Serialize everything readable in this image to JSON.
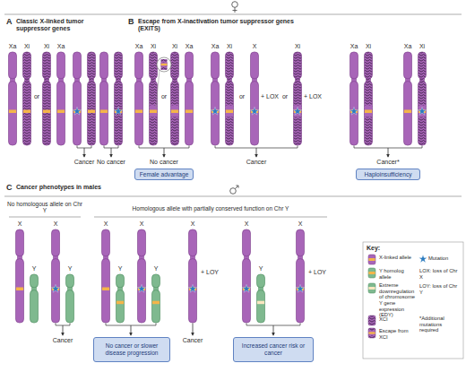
{
  "diagram": {
    "nodes": [
      {
        "text": [
          "Female advantage"
        ]
      },
      {
        "text": [
          "Haploinsufficiency"
        ]
      },
      {
        "text": [
          "No cancer or slower disease progression"
        ]
      },
      {
        "text": [
          "Increased cancer risk or cancer"
        ]
      }
    ],
    "labels": [
      "A",
      "Classic X-linked tumor suppressor genes",
      "B",
      "Escape from X-inactivation tumor suppressor genes (EXITS)",
      "Xa",
      "Xi",
      "or",
      "Xi",
      "Xa",
      "Cancer",
      "No cancer",
      "Xa",
      "Xi",
      "or",
      "Xi",
      "Xa",
      "No cancer",
      "Xa",
      "Xi",
      "or",
      "X",
      "+ LOX",
      "or",
      "Xi",
      "+ LOX",
      "Cancer",
      "Xa",
      "Xi",
      "Xa",
      "Xi",
      "Cancer*",
      "C",
      "Cancer phenotypes in males",
      "No homologous allele on Chr Y",
      "Homologous allele with partially conserved function on Chr Y",
      "X",
      "Y",
      "X",
      "Y",
      "Cancer",
      "X",
      "Y",
      "X",
      "Y",
      "X",
      "+ LOY",
      "Cancer",
      "X",
      "Y",
      "X",
      "+ LOY",
      "Key:",
      "*Additional mutations required"
    ],
    "legend": [
      {
        "text": "X-linked allele"
      },
      {
        "text": "Y homolog allele"
      },
      {
        "text": "Extreme downregulation of chromosome Y gene expression (EDY)"
      },
      {
        "text": "Mutation"
      },
      {
        "text": "LOX: loss of Chr X"
      },
      {
        "text": "LOY: loss of Chr Y"
      },
      {
        "text": "XCI"
      },
      {
        "text": "Escape from XCI"
      }
    ]
  }
}
